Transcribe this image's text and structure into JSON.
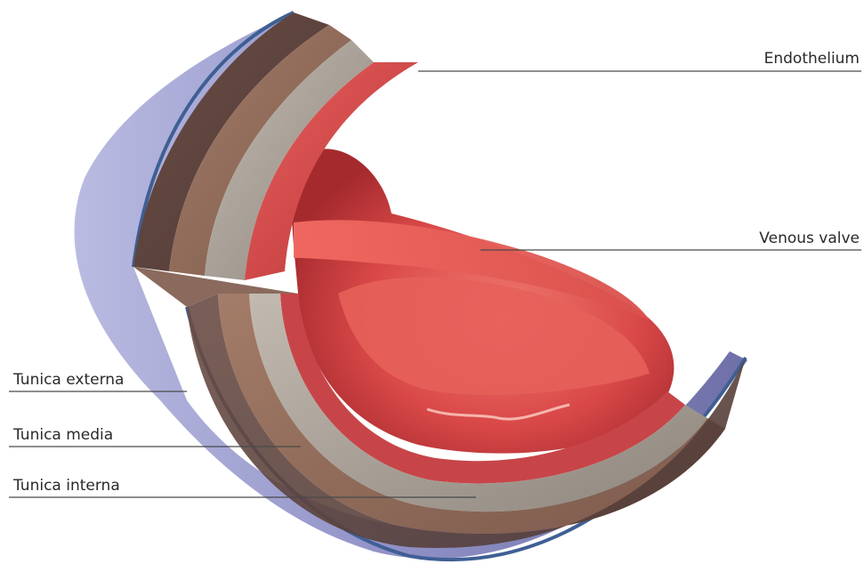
{
  "labels": {
    "endothelium": "Endothelium",
    "venous_valve": "Venous valve",
    "tunica_externa": "Tunica externa",
    "tunica_media": "Tunica media",
    "tunica_interna": "Tunica interna"
  },
  "colors": {
    "tunica_externa": "#8e8fc4",
    "tunica_externa_edge": "#3f5f94",
    "outer_brown": "#7a5a4e",
    "tunica_media": "#9a7462",
    "tunica_interna": "#a8a096",
    "endothelium": "#d94848",
    "lumen": "#e0524f",
    "leader_line": "#4a4a4a",
    "text": "#2a2a2a"
  }
}
